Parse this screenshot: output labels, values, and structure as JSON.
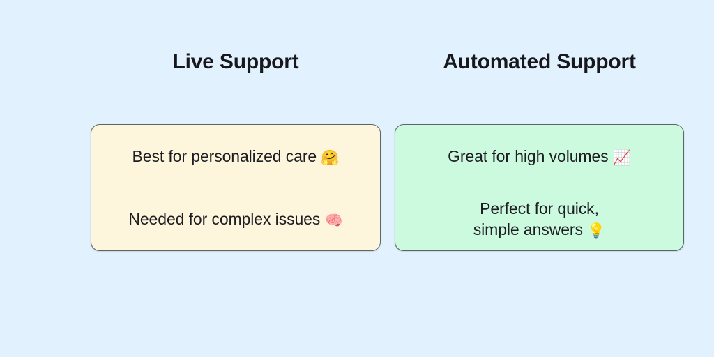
{
  "background_color": "#e1f1fe",
  "columns": [
    {
      "id": "live-support",
      "title": "Live Support",
      "card_color": "#fef6dc",
      "items": [
        {
          "text": "Best for personalized care",
          "emoji": "🤗",
          "emoji_name": "hugging-face-emoji"
        },
        {
          "text": "Needed for complex issues",
          "emoji": "🧠",
          "emoji_name": "brain-emoji"
        }
      ]
    },
    {
      "id": "automated-support",
      "title": "Automated Support",
      "card_color": "#ccfadf",
      "items": [
        {
          "text": "Great for high volumes",
          "emoji": "📈",
          "emoji_name": "chart-increasing-emoji"
        },
        {
          "text": "Perfect for quick,\nsimple answers",
          "emoji": "💡",
          "emoji_name": "light-bulb-emoji"
        }
      ]
    }
  ]
}
